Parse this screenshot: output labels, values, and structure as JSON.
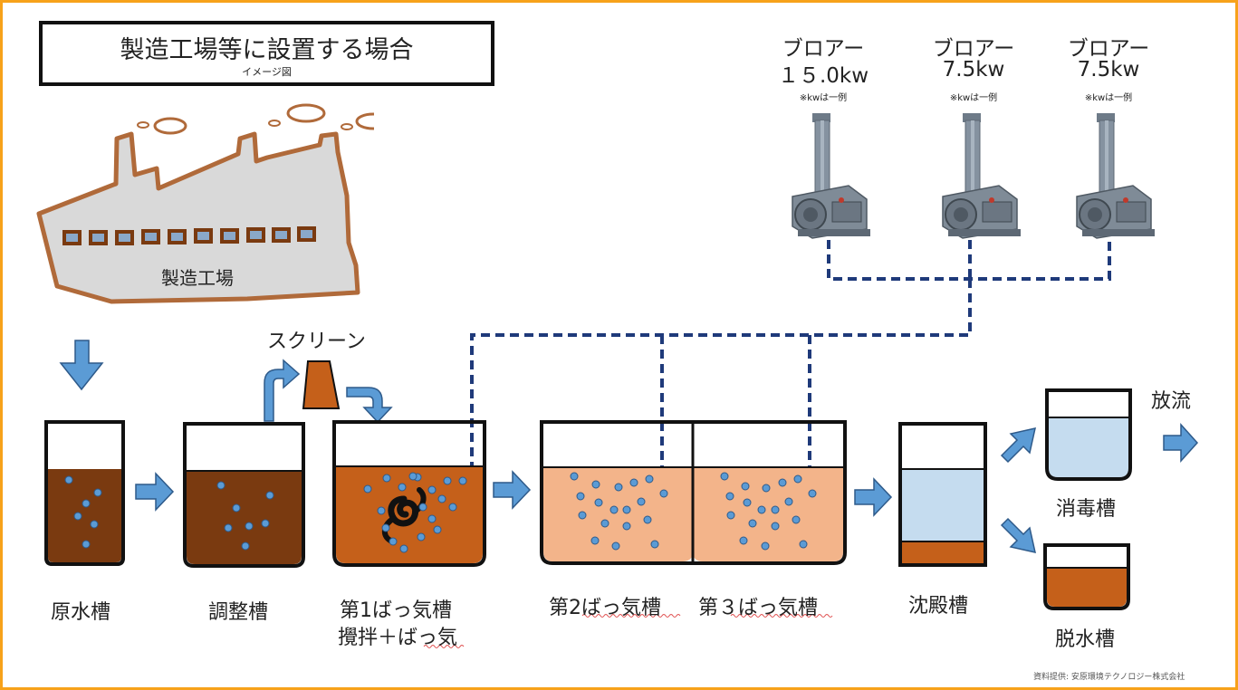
{
  "header": {
    "title": "製造工場等に設置する場合",
    "subtitle": "イメージ図"
  },
  "factory": {
    "label": "製造工場"
  },
  "screen": {
    "label": "スクリーン"
  },
  "blowers": [
    {
      "name": "ブロアー",
      "power": "１５.0kw",
      "note": "※kwは一例"
    },
    {
      "name": "ブロアー",
      "power": "7.5kw",
      "note": "※kwは一例"
    },
    {
      "name": "ブロアー",
      "power": "7.5kw",
      "note": "※kwは一例"
    }
  ],
  "tanks": {
    "raw": "原水槽",
    "adjust": "調整槽",
    "aer1_line1": "第1ばっ気槽",
    "aer1_line2": "攪拌＋ばっ気",
    "aer2": "第2ばっ気槽",
    "aer3": "第３ばっ気槽",
    "settling": "沈殿槽",
    "disinfect": "消毒槽",
    "dewater": "脱水槽"
  },
  "discharge": {
    "label": "放流"
  },
  "credit": "資料提供: 安原環境テクノロジー株式会社",
  "colors": {
    "border": "#f7a21b",
    "sludge_dark": "#7a3a10",
    "sludge_orange": "#c5601a",
    "light_orange": "#f3b48a",
    "light_blue": "#c5dcef",
    "bubble": "#5b9bd5",
    "arrow": "#5b9bd5",
    "pipe": "#1f3a7a",
    "factory_fill": "#d9d9d9",
    "factory_stroke": "#b06a3a"
  }
}
